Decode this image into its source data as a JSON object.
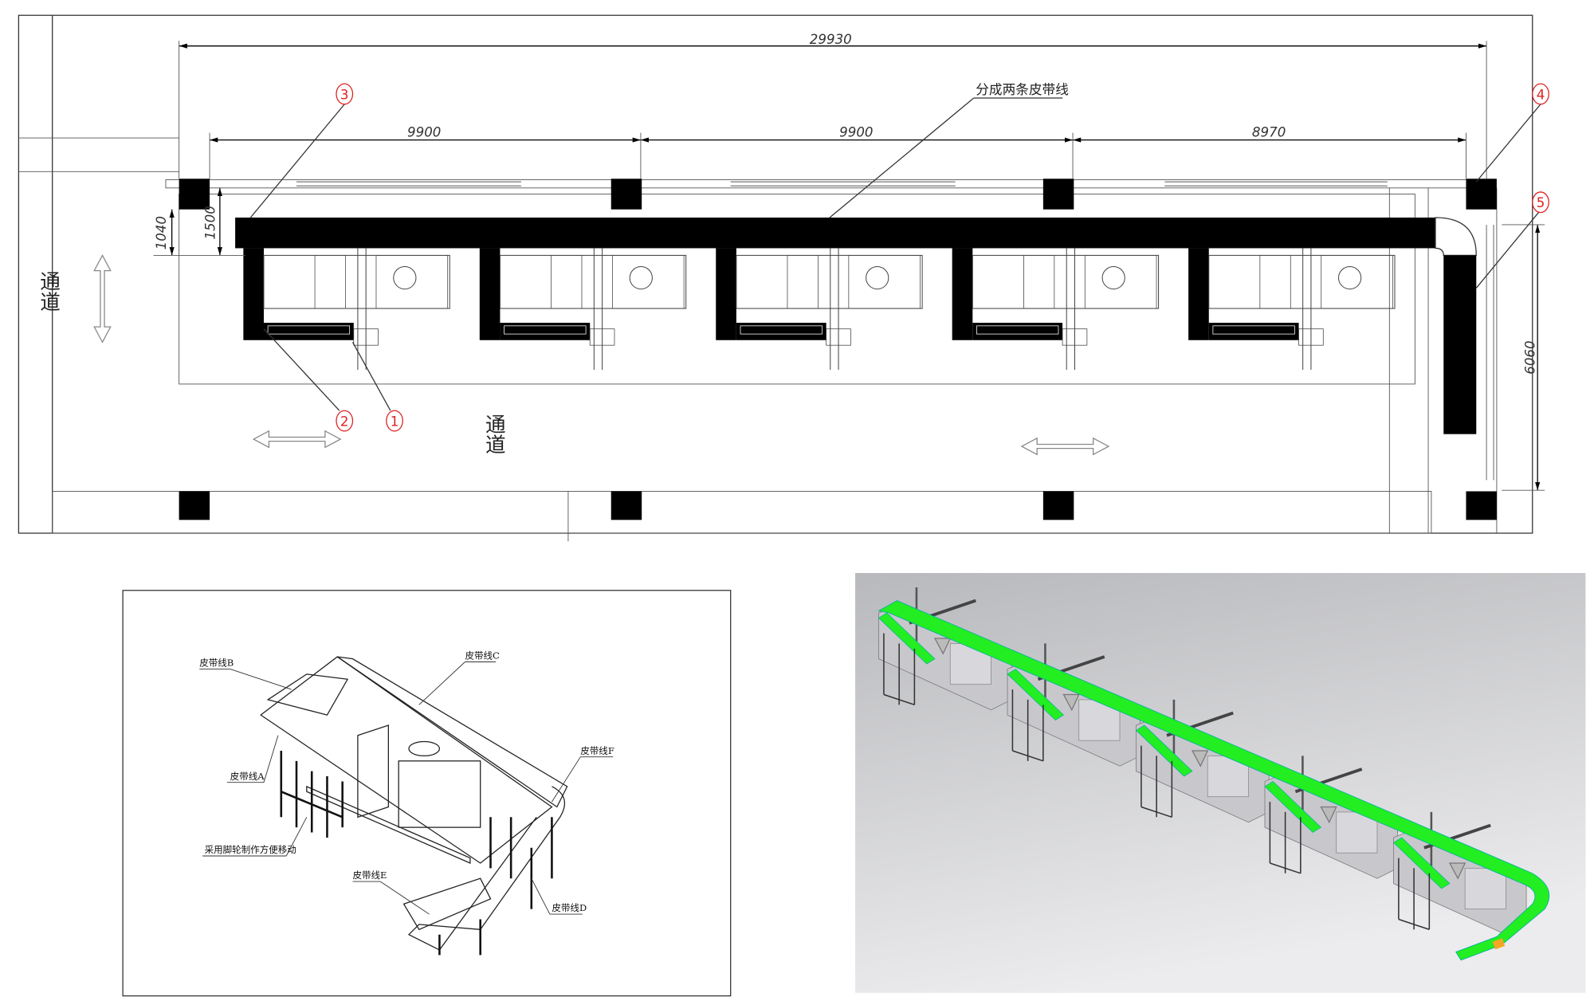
{
  "plan": {
    "dimensions": {
      "total": "29930",
      "seg1": "9900",
      "seg2": "9900",
      "seg3": "8970",
      "v1": "1040",
      "v2": "1500",
      "v3": "6060"
    },
    "note": "分成两条皮带线",
    "callouts": [
      "1",
      "2",
      "3",
      "4",
      "5"
    ],
    "aisle_left": "通道",
    "aisle_center": "通道",
    "machine_count": 5
  },
  "iso_view": {
    "labels": {
      "b": "皮带线B",
      "c": "皮带线C",
      "a": "皮带线A",
      "f": "皮带线F",
      "caster": "采用脚轮制作方便移动",
      "e": "皮带线E",
      "d": "皮带线D"
    }
  },
  "render_view": {
    "belt_color": "#22ee22",
    "machine_color": "#c8c8cc",
    "background_top": "#b8b9bc",
    "background_bottom": "#ececee"
  }
}
